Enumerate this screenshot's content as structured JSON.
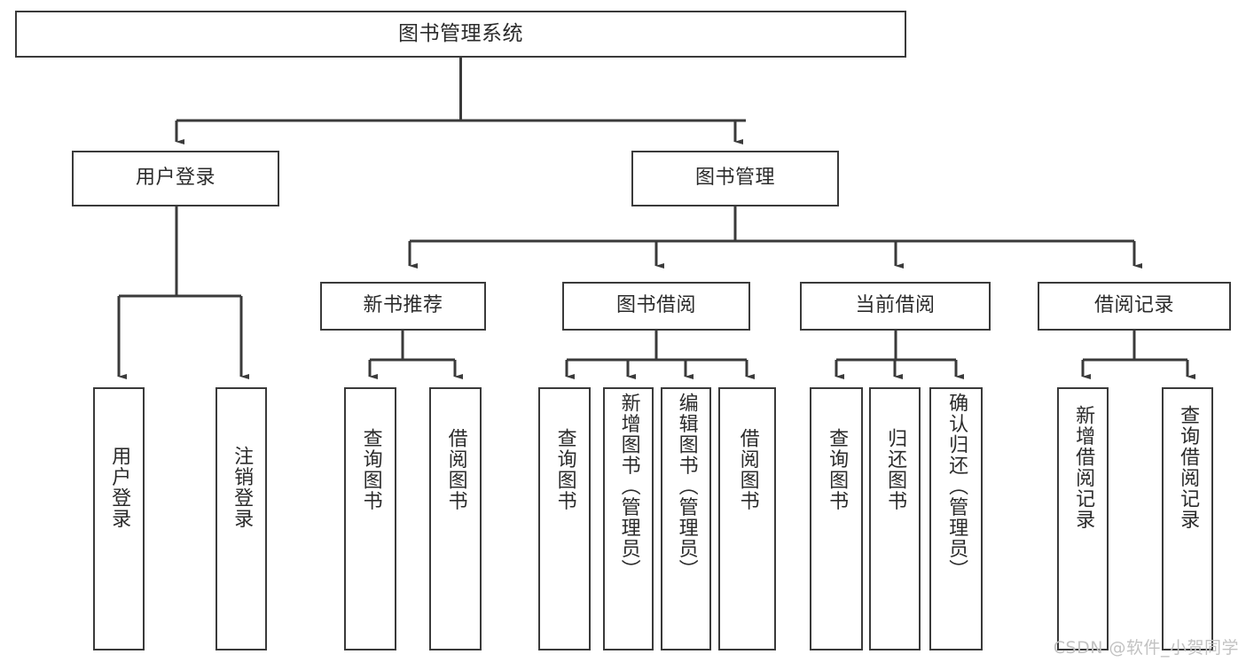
{
  "diagram": {
    "title": "图书管理系统",
    "type": "tree-hierarchy",
    "stroke_color": "#3a3a3a",
    "fill_color": "#ffffff",
    "text_color": "#2b2b2b"
  },
  "nodes": {
    "root": {
      "label": "图书管理系统"
    },
    "level2": [
      {
        "id": "user-login",
        "label": "用户登录"
      },
      {
        "id": "book-manage",
        "label": "图书管理"
      }
    ],
    "level3": [
      {
        "id": "new-book-recommend",
        "label": "新书推荐"
      },
      {
        "id": "book-borrow",
        "label": "图书借阅"
      },
      {
        "id": "current-borrow",
        "label": "当前借阅"
      },
      {
        "id": "borrow-record",
        "label": "借阅记录"
      }
    ],
    "leaves": [
      {
        "id": "leaf-user-login",
        "label": "用户登录",
        "parent": "user-login"
      },
      {
        "id": "leaf-logout-login",
        "label": "注销登录",
        "parent": "user-login"
      },
      {
        "id": "leaf-query-book-1",
        "label": "查询图书",
        "parent": "new-book-recommend"
      },
      {
        "id": "leaf-borrow-book-1",
        "label": "借阅图书",
        "parent": "new-book-recommend"
      },
      {
        "id": "leaf-query-book-2",
        "label": "查询图书",
        "parent": "book-borrow"
      },
      {
        "id": "leaf-add-book-admin",
        "label": "新增图书（管理员）",
        "parent": "book-borrow"
      },
      {
        "id": "leaf-edit-book-admin",
        "label": "编辑图书（管理员）",
        "parent": "book-borrow"
      },
      {
        "id": "leaf-borrow-book-2",
        "label": "借阅图书",
        "parent": "book-borrow"
      },
      {
        "id": "leaf-query-book-3",
        "label": "查询图书",
        "parent": "current-borrow"
      },
      {
        "id": "leaf-return-book",
        "label": "归还图书",
        "parent": "current-borrow"
      },
      {
        "id": "leaf-confirm-return-admin",
        "label": "确认归还（管理员）",
        "parent": "current-borrow"
      },
      {
        "id": "leaf-add-borrow-record",
        "label": "新增借阅记录",
        "parent": "borrow-record"
      },
      {
        "id": "leaf-query-borrow-record",
        "label": "查询借阅记录",
        "parent": "borrow-record"
      }
    ]
  },
  "watermark": {
    "text": "CSDN @软件_小贺同学"
  }
}
